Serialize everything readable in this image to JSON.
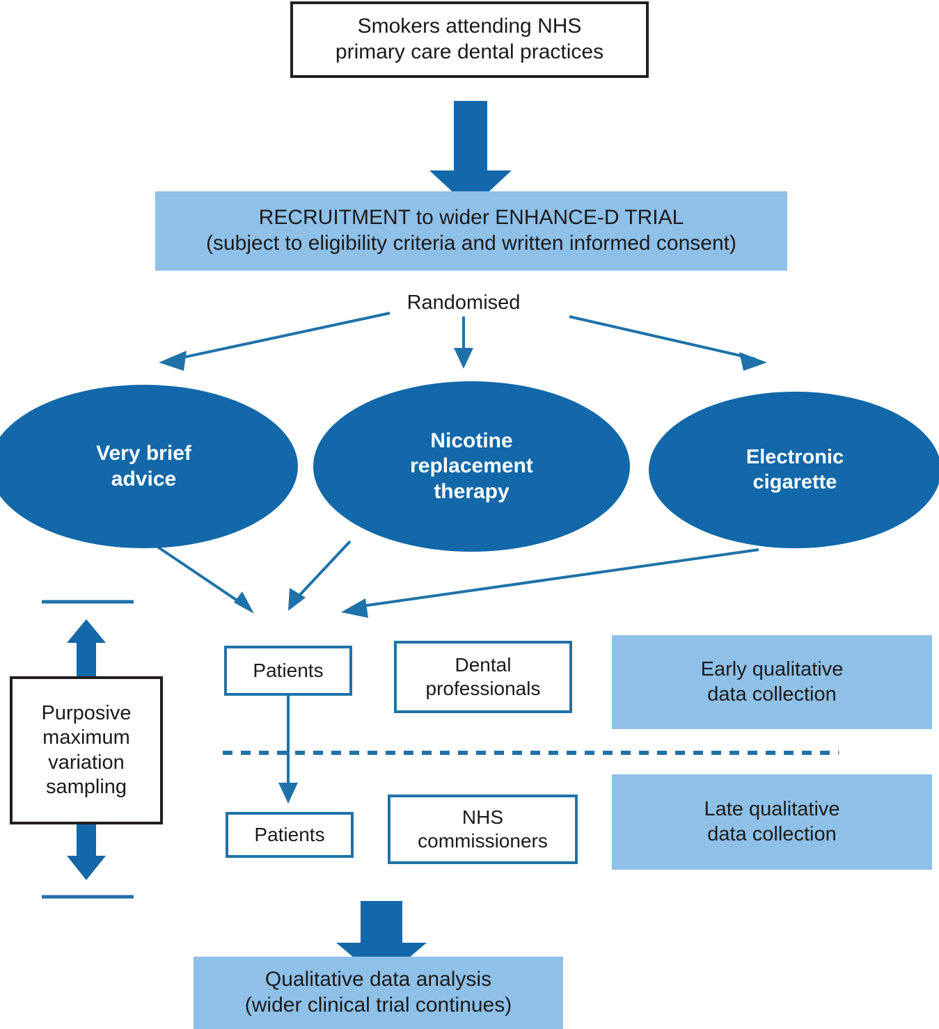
{
  "diagram": {
    "title": "ENHANCE-D qualitative study flow diagram",
    "colors": {
      "dark_blue": "#1268A8",
      "light_blue": "#8FC0E8",
      "outline_blue": "#1F72A8",
      "outline_black": "#231F20",
      "text_dark": "#1A1A1A",
      "text_light": "#FFFFFF"
    },
    "source_box": {
      "text": "Smokers attending NHS\nprimary care dental practices"
    },
    "recruitment_band": {
      "text": "RECRUITMENT to wider ENHANCE-D TRIAL\n(subject to eligibility criteria and written informed consent)"
    },
    "randomisation_label": {
      "text": "Randomised"
    },
    "arms": [
      {
        "id": "very-brief-advice",
        "text": "Very brief\nadvice"
      },
      {
        "id": "nicotine-replacement-therapy",
        "text": "Nicotine\nreplacement\ntherapy"
      },
      {
        "id": "electronic-cigarette",
        "text": "Electronic\ncigarette"
      }
    ],
    "sampling_box": {
      "text": "Purposive\nmaximum\nvariation\nsampling"
    },
    "early_phase": {
      "participants": [
        {
          "id": "patients-early",
          "text": "Patients"
        },
        {
          "id": "dental-professionals",
          "text": "Dental\nprofessionals"
        }
      ],
      "band": {
        "text": "Early qualitative\ndata collection"
      }
    },
    "late_phase": {
      "participants": [
        {
          "id": "patients-late",
          "text": "Patients"
        },
        {
          "id": "nhs-commissioners",
          "text": "NHS\ncommissioners"
        }
      ],
      "band": {
        "text": "Late qualitative\ndata collection"
      }
    },
    "analysis_band": {
      "text": "Qualitative data analysis\n(wider clinical trial continues)"
    }
  }
}
